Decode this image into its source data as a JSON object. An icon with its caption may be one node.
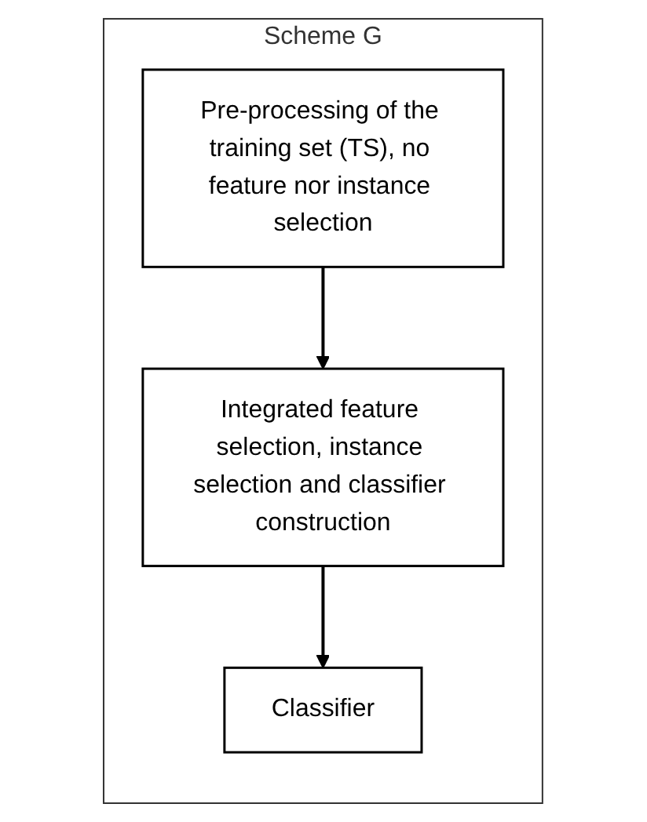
{
  "diagram": {
    "nodes": [
      {
        "text": [
          "Scheme G"
        ]
      },
      {
        "text": [
          "Pre-processing of the training set (TS), no feature nor instance selection"
        ],
        "in": 0
      },
      {
        "text": [
          "Integrated feature selection, instance selection and classifier construction"
        ],
        "in": 0
      },
      {
        "text": [
          "Classifier"
        ],
        "in": 0
      }
    ],
    "edges": [
      {
        "from": 1,
        "to": 2,
        "arrow": "to"
      },
      {
        "from": 2,
        "to": 3,
        "arrow": "to"
      }
    ]
  }
}
